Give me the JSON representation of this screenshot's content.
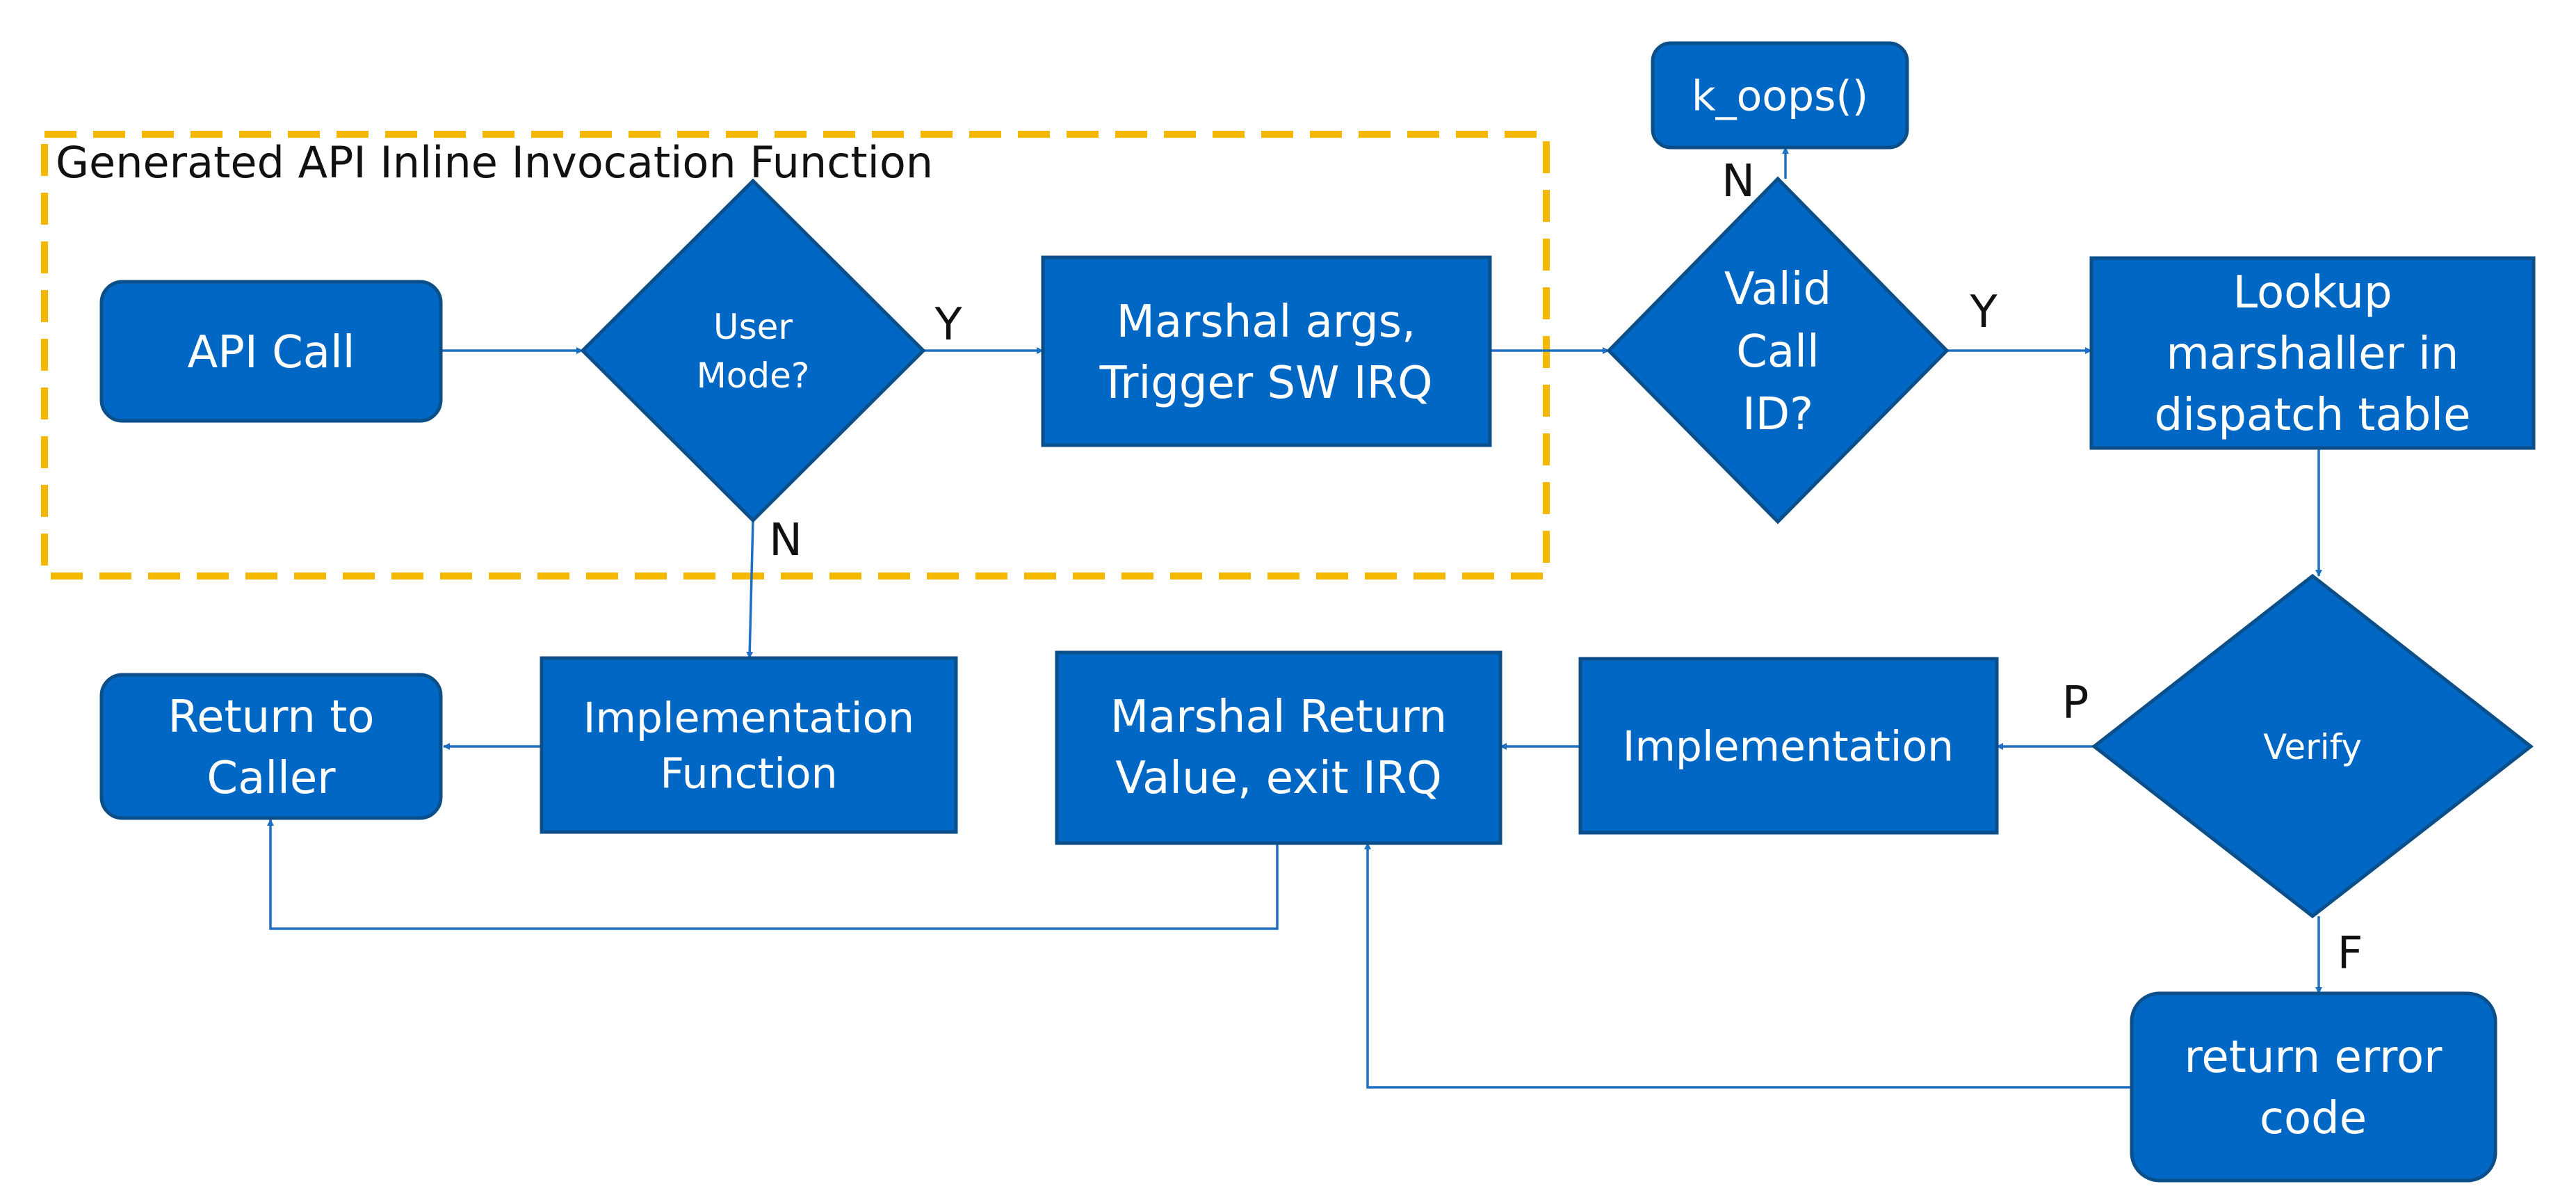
{
  "colors": {
    "node_fill": "#0068C4",
    "node_stroke": "#0B4F8A",
    "connector": "#1D6FC3",
    "highlight_border": "#F5B800",
    "background": "#FFFFFF"
  },
  "group": {
    "label": "Generated API Inline Invocation Function"
  },
  "nodes": {
    "api_call": {
      "lines": [
        "API Call"
      ]
    },
    "user_mode": {
      "lines": [
        "User",
        "Mode?"
      ]
    },
    "marshal_args": {
      "lines": [
        "Marshal args,",
        "Trigger SW IRQ"
      ]
    },
    "valid_call": {
      "lines": [
        "Valid",
        "Call",
        "ID?"
      ]
    },
    "k_oops": {
      "lines": [
        "k_oops()"
      ]
    },
    "lookup": {
      "lines": [
        "Lookup",
        "marshaller in",
        "dispatch table"
      ]
    },
    "verify": {
      "lines": [
        "Verify"
      ]
    },
    "implementation": {
      "lines": [
        "Implementation"
      ]
    },
    "marshal_return": {
      "lines": [
        "Marshal Return",
        "Value, exit IRQ"
      ]
    },
    "impl_function": {
      "lines": [
        "Implementation",
        "Function"
      ]
    },
    "return_caller": {
      "lines": [
        "Return to",
        "Caller"
      ]
    },
    "return_error": {
      "lines": [
        "return error",
        "code"
      ]
    }
  },
  "edge_labels": {
    "user_mode_yes": "Y",
    "user_mode_no": "N",
    "valid_no": "N",
    "valid_yes": "Y",
    "verify_pass": "P",
    "verify_fail": "F"
  }
}
